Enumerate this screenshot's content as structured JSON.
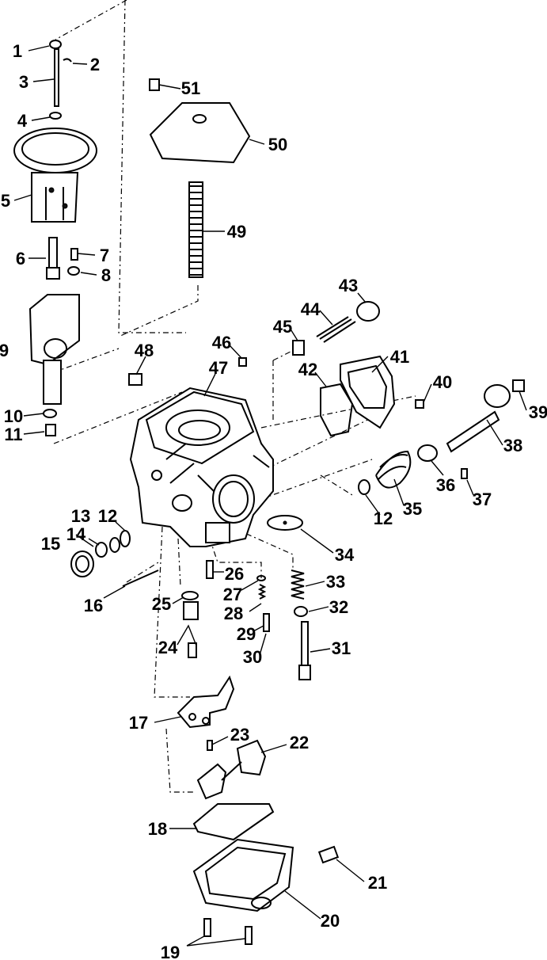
{
  "diagram": {
    "callouts": [
      "1",
      "2",
      "3",
      "4",
      "5",
      "6",
      "7",
      "8",
      "9",
      "10",
      "11",
      "12",
      "13",
      "14",
      "15",
      "16",
      "17",
      "18",
      "19",
      "20",
      "21",
      "22",
      "23",
      "24",
      "25",
      "26",
      "27",
      "28",
      "29",
      "30",
      "31",
      "32",
      "33",
      "34",
      "35",
      "36",
      "37",
      "38",
      "39",
      "40",
      "41",
      "42",
      "43",
      "44",
      "45",
      "46",
      "47",
      "48",
      "49",
      "50",
      "51"
    ],
    "second_12": "12"
  }
}
